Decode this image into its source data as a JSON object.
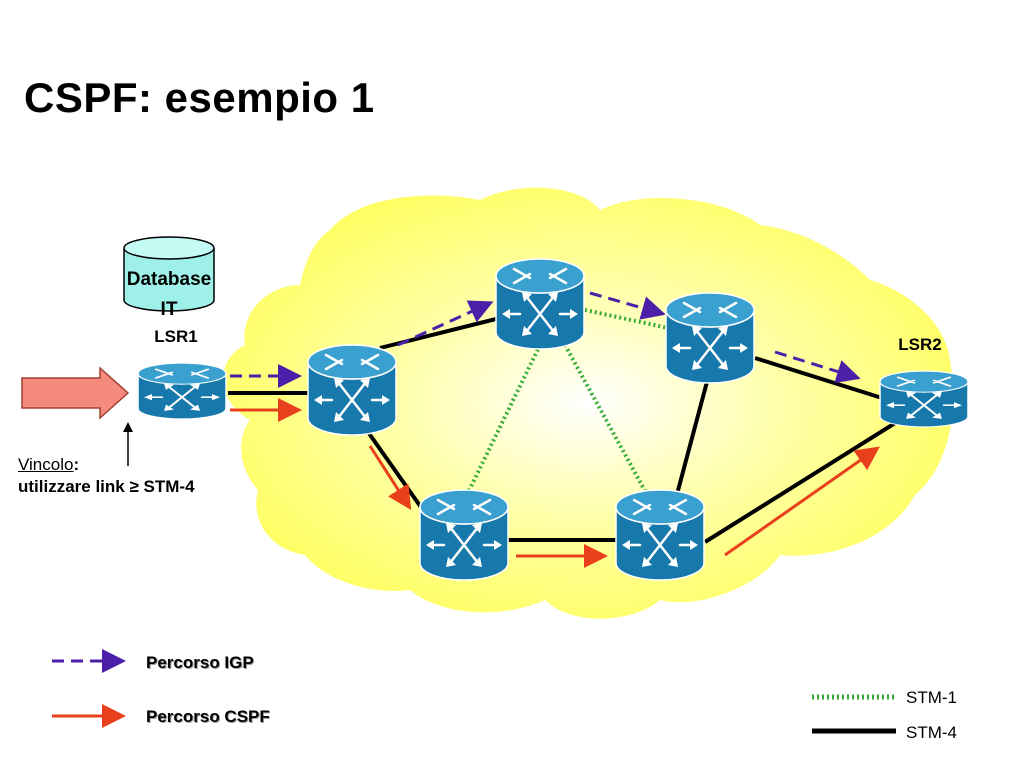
{
  "slide": {
    "title": "CSPF: esempio 1"
  },
  "database": {
    "line1": "Database",
    "line2": "IT"
  },
  "routers": {
    "lsr1": "LSR1",
    "lsr2": "LSR2"
  },
  "constraint": {
    "heading": "Vincolo",
    "heading_suffix": ":",
    "text": "utilizzare link ≥ STM-4"
  },
  "legend": {
    "igp": "Percorso IGP",
    "cspf": "Percorso CSPF",
    "stm1": "STM-1",
    "stm4": "STM-4"
  },
  "colors": {
    "cloud": "#ffff66",
    "router": "#1a84b8",
    "igp_path": "#4b1fa8",
    "cspf_path": "#e8401c",
    "stm1_link": "#33aa33",
    "stm4_link": "#000000",
    "input_arrow": "#f48b7e",
    "database": "#9ff0e8"
  }
}
